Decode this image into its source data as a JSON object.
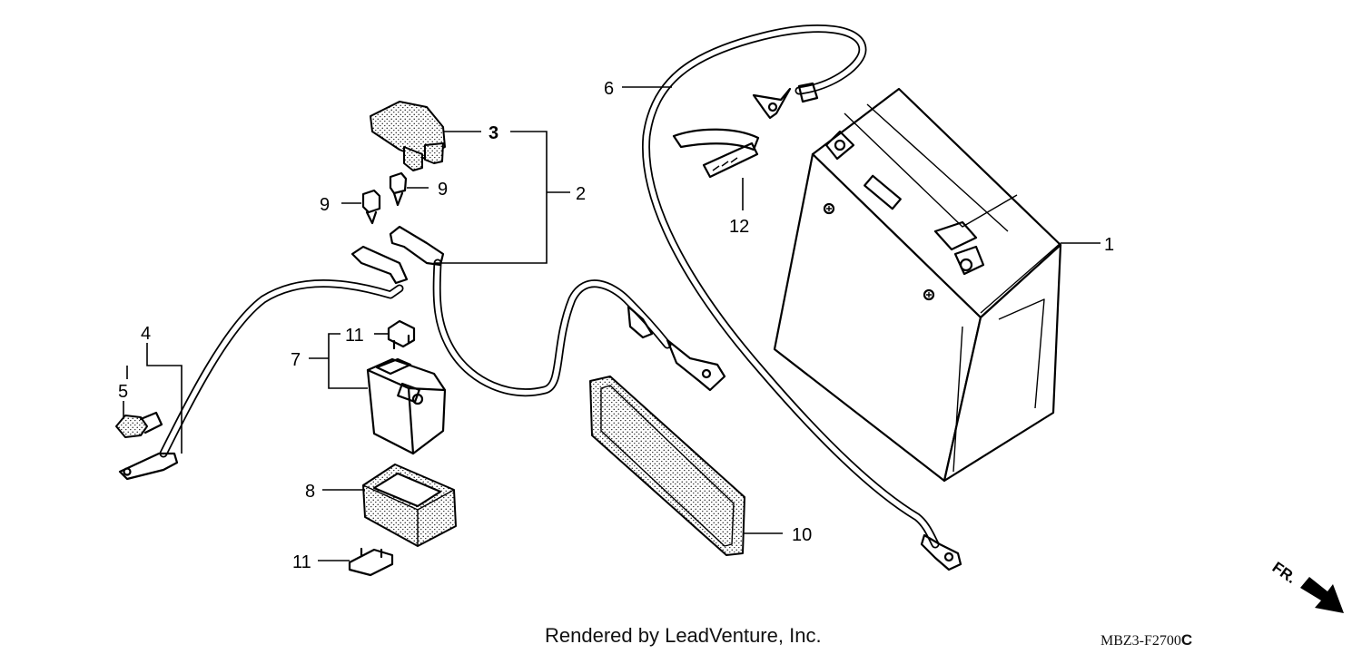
{
  "diagram": {
    "callouts": [
      {
        "id": "1",
        "text": "1"
      },
      {
        "id": "2",
        "text": "2"
      },
      {
        "id": "3",
        "text": "3"
      },
      {
        "id": "4",
        "text": "4"
      },
      {
        "id": "5",
        "text": "5"
      },
      {
        "id": "6",
        "text": "6"
      },
      {
        "id": "7",
        "text": "7"
      },
      {
        "id": "8",
        "text": "8"
      },
      {
        "id": "9a",
        "text": "9"
      },
      {
        "id": "9b",
        "text": "9"
      },
      {
        "id": "10",
        "text": "10"
      },
      {
        "id": "11a",
        "text": "11"
      },
      {
        "id": "11b",
        "text": "11"
      },
      {
        "id": "12",
        "text": "12"
      }
    ],
    "direction_label": "FR.",
    "credit": "Rendered by LeadVenture, Inc.",
    "code_main": "MBZ3-F2700",
    "code_suffix": "C"
  }
}
